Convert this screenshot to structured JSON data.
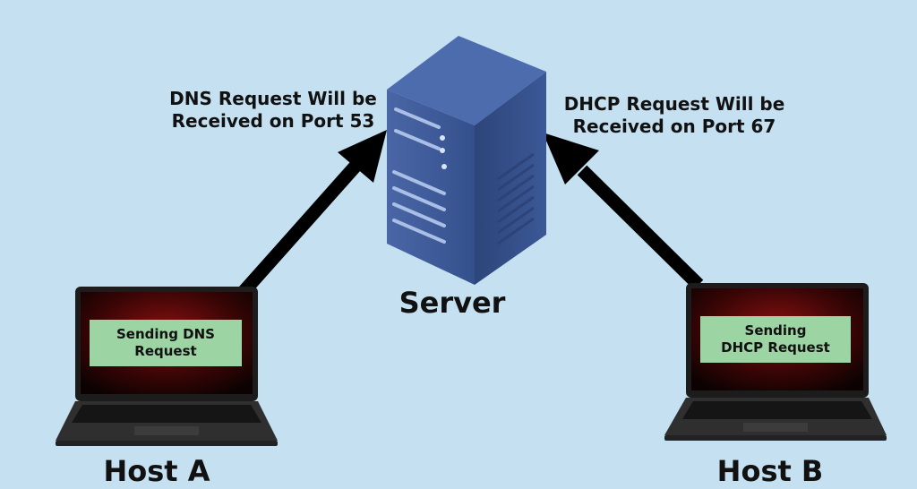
{
  "server": {
    "label": "Server"
  },
  "host_a": {
    "label": "Host A",
    "screen_text": "Sending DNS\nRequest"
  },
  "host_b": {
    "label": "Host B",
    "screen_text": "Sending\nDHCP Request"
  },
  "arrows": {
    "dns": "DNS Request Will be\nReceived on Port 53",
    "dhcp": "DHCP Request Will be\nReceived on Port 67"
  },
  "colors": {
    "background": "#c5e1f1",
    "server_body": "#3a5590",
    "screen_box": "#9dd4a3",
    "laptop_body": "#2b2b2b",
    "arrow": "#000000"
  }
}
